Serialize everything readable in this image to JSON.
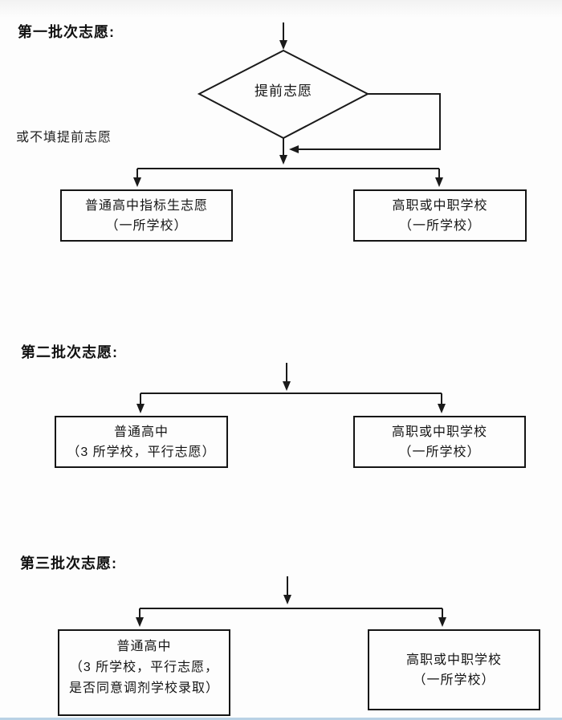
{
  "page": {
    "bottom_rule_color": "#b9d2e5",
    "line_color": "#1a1a1a"
  },
  "sections": [
    {
      "label": "第一批次志愿:",
      "decision": {
        "label": "提前志愿"
      },
      "side_note": "或不填提前志愿",
      "boxes": [
        {
          "lines": [
            "普通高中指标生志愿",
            "（一所学校）"
          ]
        },
        {
          "lines": [
            "高职或中职学校",
            "（一所学校）"
          ]
        }
      ]
    },
    {
      "label": "第二批次志愿:",
      "boxes": [
        {
          "lines": [
            "普通高中",
            "（3 所学校，平行志愿）"
          ]
        },
        {
          "lines": [
            "高职或中职学校",
            "（一所学校）"
          ]
        }
      ]
    },
    {
      "label": "第三批次志愿:",
      "boxes": [
        {
          "lines": [
            "普通高中",
            "（3 所学校，平行志愿，",
            "是否同意调剂学校录取）"
          ]
        },
        {
          "lines": [
            "高职或中职学校",
            "（一所学校）"
          ]
        }
      ]
    }
  ]
}
